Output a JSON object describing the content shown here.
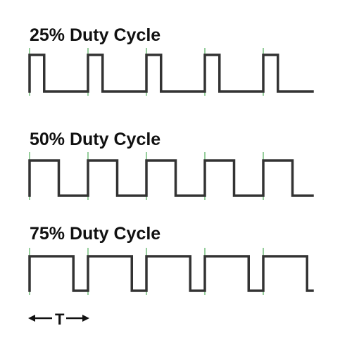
{
  "colors": {
    "wave": "#333333",
    "period_tick": "#2e9c3a",
    "text": "#111111",
    "background": "#ffffff"
  },
  "waveforms": [
    {
      "id": "duty-25",
      "title": "25% Duty Cycle",
      "duty_fraction": 0.25,
      "cycles": 5
    },
    {
      "id": "duty-50",
      "title": "50% Duty Cycle",
      "duty_fraction": 0.5,
      "cycles": 5
    },
    {
      "id": "duty-75",
      "title": "75% Duty Cycle",
      "duty_fraction": 0.75,
      "cycles": 5
    }
  ],
  "period_label": "T"
}
